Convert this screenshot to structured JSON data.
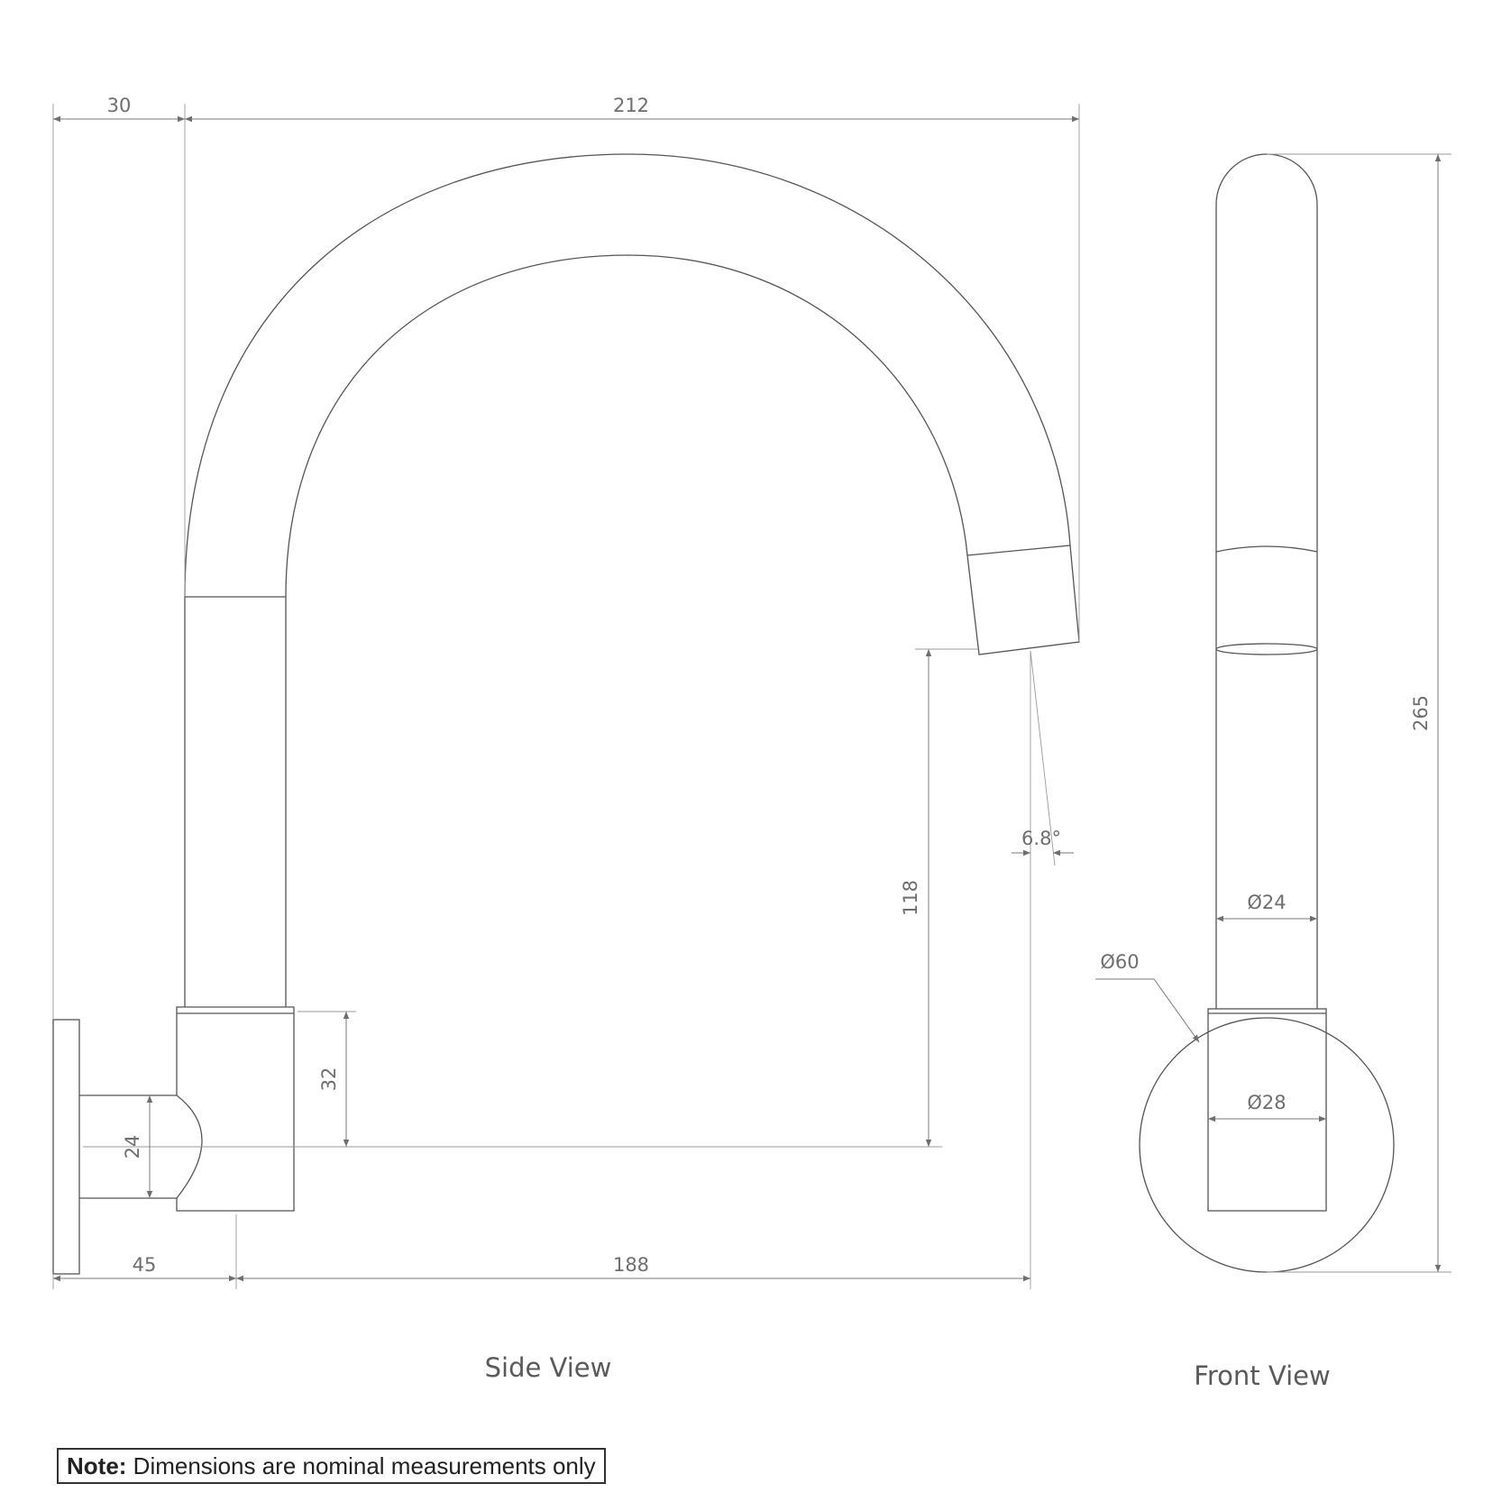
{
  "dimensions": {
    "top_left_width": "30",
    "top_overall_width": "212",
    "spout_height": "118",
    "body_height": "32",
    "inlet_diameter": "24",
    "bottom_left_offset": "45",
    "bottom_reach": "188",
    "spout_angle": "6.8°",
    "overall_height": "265",
    "front_pipe_diameter": "Ø24",
    "front_flange_diameter": "Ø60",
    "front_body_diameter": "Ø28"
  },
  "views": {
    "side": "Side View",
    "front": "Front View"
  },
  "note": {
    "label": "Note:",
    "text": " Dimensions are nominal measurements only"
  },
  "colors": {
    "line": "#555555",
    "dimension": "#7a7a7a",
    "text": "#6e6e6e"
  }
}
